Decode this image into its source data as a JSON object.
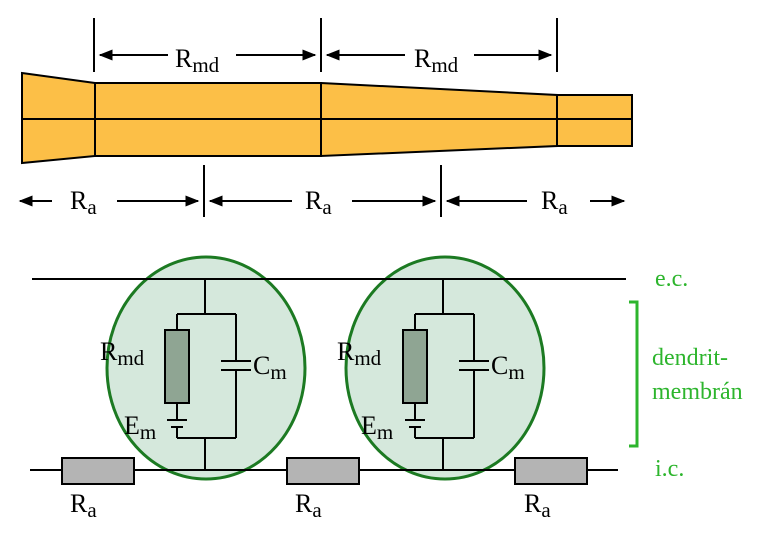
{
  "colors": {
    "dendrite_fill": "#FCBF47",
    "membrane_fill": "#D5E8DC",
    "membrane_outline": "#1C7A22",
    "resistor_membrane": "#8FA593",
    "resistor_axial": "#B4B4B4",
    "label_green": "#2DB52D",
    "line": "#000000"
  },
  "top_labels": {
    "rmd_1": {
      "main": "R",
      "sub": "md"
    },
    "rmd_2": {
      "main": "R",
      "sub": "md"
    },
    "ra_1": {
      "main": "R",
      "sub": "a"
    },
    "ra_2": {
      "main": "R",
      "sub": "a"
    },
    "ra_3": {
      "main": "R",
      "sub": "a"
    }
  },
  "circuit": {
    "unit_1": {
      "rmd": {
        "main": "R",
        "sub": "md"
      },
      "cm": {
        "main": "C",
        "sub": "m"
      },
      "em": {
        "main": "E",
        "sub": "m"
      }
    },
    "unit_2": {
      "rmd": {
        "main": "R",
        "sub": "md"
      },
      "cm": {
        "main": "C",
        "sub": "m"
      },
      "em": {
        "main": "E",
        "sub": "m"
      }
    },
    "ra_bottom": [
      {
        "main": "R",
        "sub": "a"
      },
      {
        "main": "R",
        "sub": "a"
      },
      {
        "main": "R",
        "sub": "a"
      }
    ]
  },
  "side_labels": {
    "ec": "e.c.",
    "membrane_line1": "dendrit-",
    "membrane_line2": "membrán",
    "ic": "i.c."
  }
}
